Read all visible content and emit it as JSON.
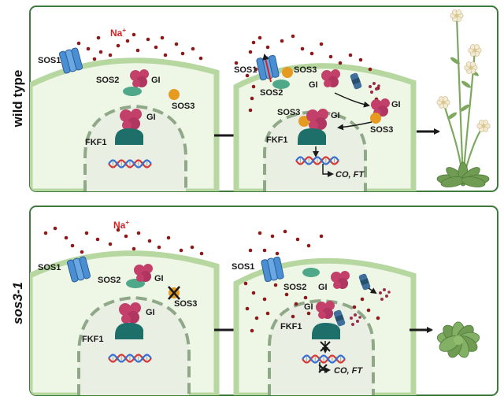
{
  "rows": [
    {
      "label": "wild type",
      "ion": "Na",
      "ion_charge": "+",
      "cell1": {
        "sos1": "SOS1",
        "sos2": "SOS2",
        "gi_membrane": "GI",
        "sos3": "SOS3",
        "gi_nucleus": "GI",
        "fkf1": "FKF1",
        "sos3_blocked": false
      },
      "cell2": {
        "sos1": "SOS1",
        "sos3_membrane": "SOS3",
        "sos2": "SOS2",
        "gi_cyto": "GI",
        "gi_right": "GI",
        "sos3_right": "SOS3",
        "sos3_nucleus": "SOS3",
        "gi_nucleus": "GI",
        "fkf1": "FKF1",
        "targets": "CO, FT",
        "blocked": false
      },
      "plant": "flowering"
    },
    {
      "label": "sos3-1",
      "ion": "Na",
      "ion_charge": "+",
      "cell1": {
        "sos1": "SOS1",
        "sos2": "SOS2",
        "gi_membrane": "GI",
        "sos3": "SOS3",
        "gi_nucleus": "GI",
        "fkf1": "FKF1",
        "sos3_blocked": true
      },
      "cell2": {
        "sos1": "SOS1",
        "sos2": "SOS2",
        "gi_cyto": "GI",
        "gi_nucleus": "GI",
        "fkf1": "FKF1",
        "targets": "CO, FT",
        "blocked": true
      },
      "plant": "rosette"
    }
  ],
  "colors": {
    "panel_border": "#3e7a3c",
    "cell_wall": "#b7d7a0",
    "nucleus_border": "#8fa888",
    "sos1": "#4a8fd3",
    "gi": "#c2406a",
    "sos2": "#4fa889",
    "sos3": "#e59a22",
    "fkf1": "#1e6e6a",
    "na_dot": "#8b1a1a",
    "na_label": "#d42020",
    "dna_red": "#d63838",
    "dna_blue": "#3a6ed0",
    "arrow": "#1a1a1a"
  },
  "icons": [
    "sos1-channel-icon",
    "gi-protein-icon",
    "sos2-protein-icon",
    "sos3-protein-icon",
    "fkf1-protein-icon",
    "dna-helix-icon",
    "proteasome-icon",
    "plant-icon"
  ]
}
